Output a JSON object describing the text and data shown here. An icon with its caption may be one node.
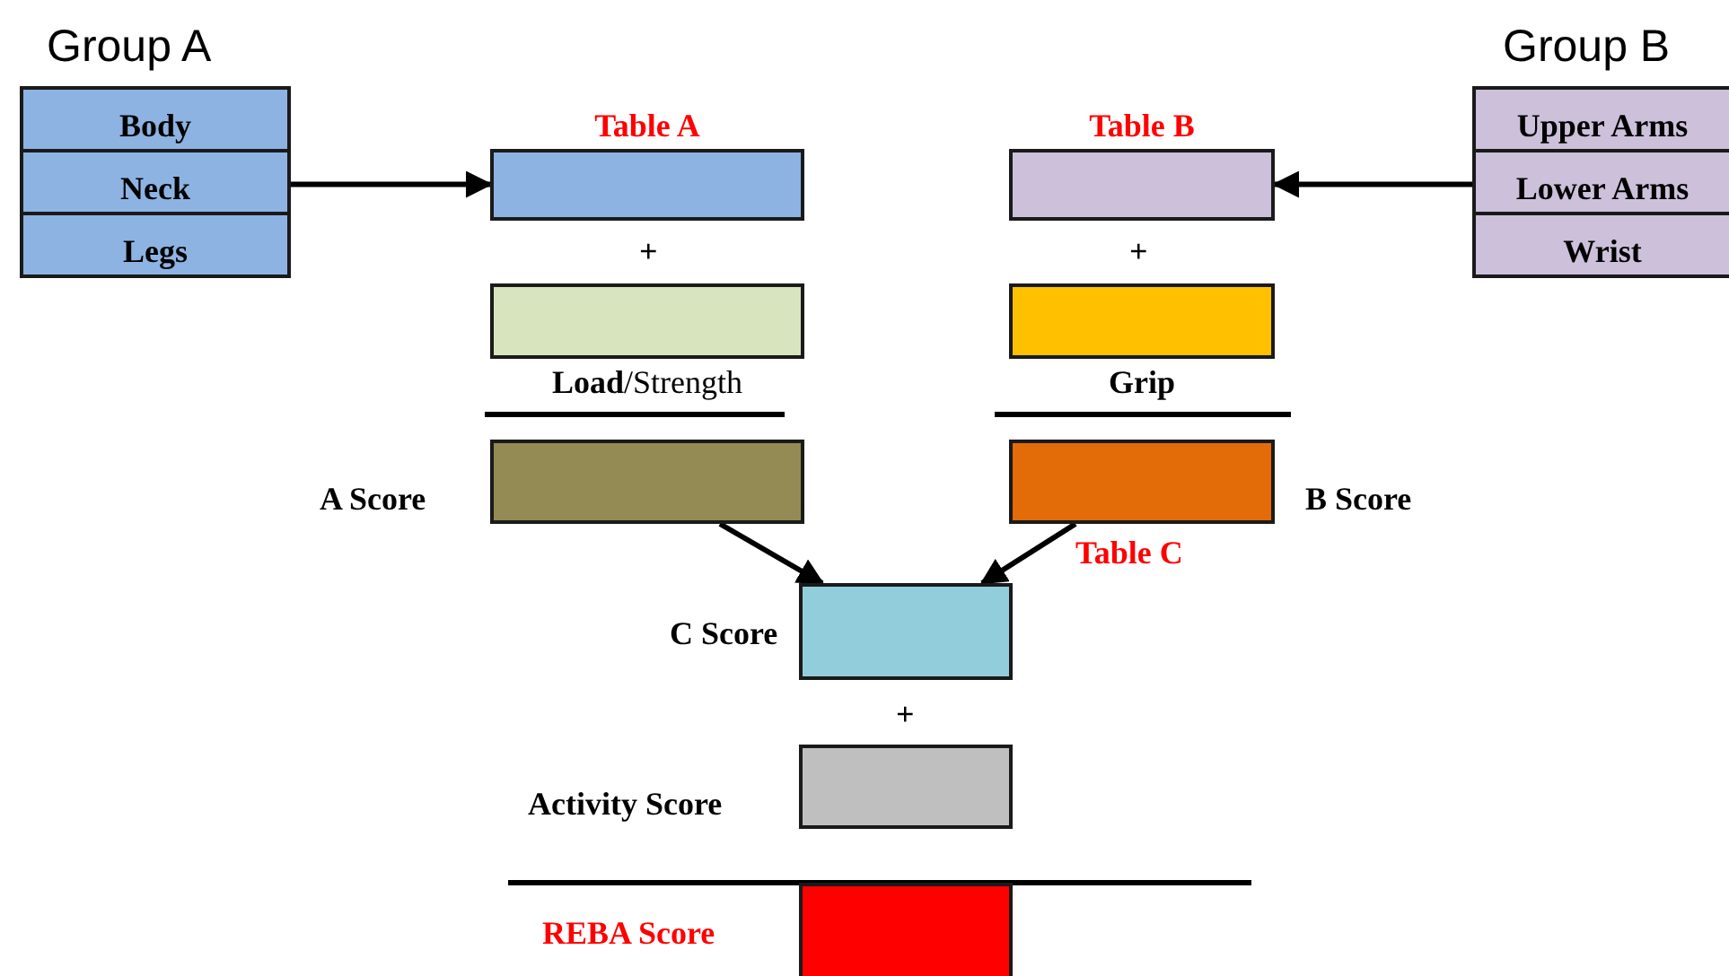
{
  "diagram": {
    "nodes": [
      {
        "text": [
          "Group A"
        ]
      },
      {
        "text": [
          "Body"
        ],
        "in": 0
      },
      {
        "text": [
          "Neck"
        ],
        "in": 0
      },
      {
        "text": [
          "Legs"
        ],
        "in": 0
      },
      {
        "text": [
          "Group B"
        ]
      },
      {
        "text": [
          "Upper Arms"
        ],
        "in": 4
      },
      {
        "text": [
          "Lower Arms"
        ],
        "in": 4
      },
      {
        "text": [
          "Wrist"
        ],
        "in": 4
      },
      {
        "text": [
          "Table A"
        ]
      },
      {
        "text": [
          "Table B"
        ]
      },
      {
        "text": [
          "**Load**/Strength"
        ]
      },
      {
        "text": [
          "Grip"
        ]
      },
      {
        "text": [
          "A Score"
        ]
      },
      {
        "text": [
          "B Score"
        ]
      },
      {
        "text": [
          "C Score"
        ]
      },
      {
        "text": [
          "Activity Score"
        ]
      },
      {
        "text": [
          "REBA Score"
        ]
      }
    ],
    "edges": [
      {
        "from": 0,
        "to": 8,
        "arrow": "to"
      },
      {
        "from": 4,
        "to": 9,
        "arrow": "to"
      },
      {
        "from": 12,
        "to": 14,
        "arrow": "to"
      },
      {
        "from": 13,
        "to": 14,
        "arrow": "to"
      }
    ],
    "labels": [
      "+",
      "+",
      "Table C",
      "+"
    ]
  }
}
